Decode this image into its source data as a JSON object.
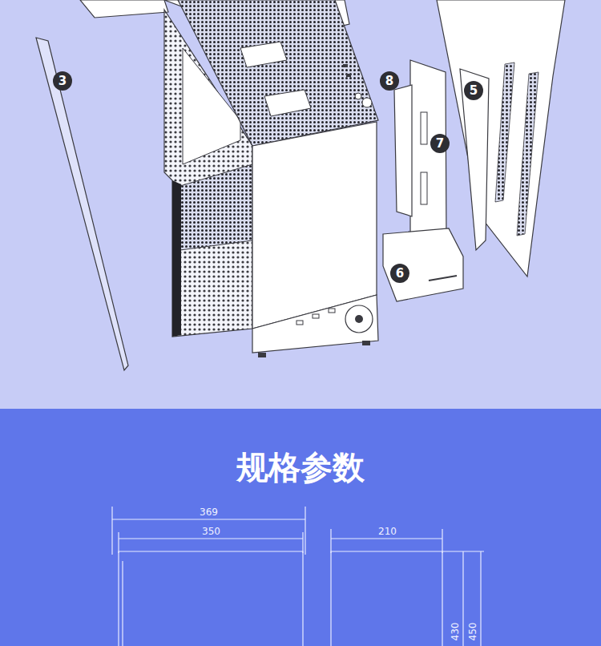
{
  "diagram": {
    "title": "规格参数",
    "nodes": [
      {
        "text": [
          "3"
        ]
      },
      {
        "text": [
          "8"
        ]
      },
      {
        "text": [
          "7"
        ]
      },
      {
        "text": [
          "5"
        ]
      },
      {
        "text": [
          "6"
        ]
      }
    ],
    "labels": [
      "369",
      "350",
      "210",
      "430",
      "450"
    ]
  }
}
